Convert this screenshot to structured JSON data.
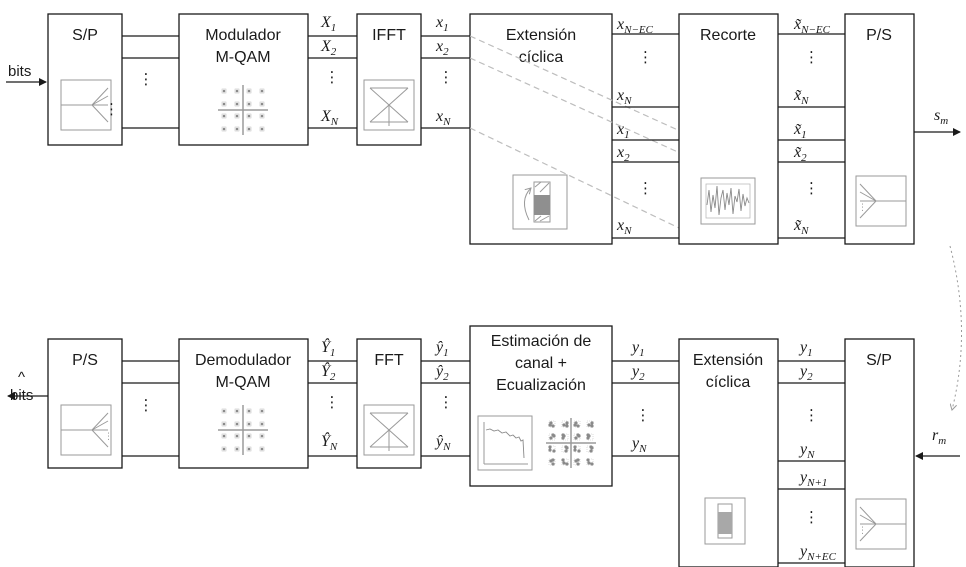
{
  "tx": {
    "sp_title": "S/P",
    "mod_title": [
      "Modulador",
      "M-QAM"
    ],
    "ifft_title": "IFFT",
    "ext_title": [
      "Extensión",
      "cíclica"
    ],
    "clip_title": "Recorte",
    "ps_title": "P/S",
    "input_label": "bits",
    "output_label": "s",
    "output_sub": "m",
    "mod_out": [
      {
        "t": "X",
        "s": "1"
      },
      {
        "t": "X",
        "s": "2"
      },
      {
        "t": "X",
        "s": "N"
      }
    ],
    "ifft_out": [
      {
        "t": "x",
        "s": "1"
      },
      {
        "t": "x",
        "s": "2"
      },
      {
        "t": "x",
        "s": "N"
      }
    ],
    "ext_out": [
      {
        "t": "x",
        "s": "N−EC"
      },
      {
        "t": "x",
        "s": "N"
      },
      {
        "t": "x",
        "s": "1"
      },
      {
        "t": "x",
        "s": "2"
      },
      {
        "t": "x",
        "s": "N"
      }
    ],
    "clip_out": [
      {
        "t": "x̃",
        "s": "N−EC"
      },
      {
        "t": "x̃",
        "s": "N"
      },
      {
        "t": "x̃",
        "s": "1"
      },
      {
        "t": "x̃",
        "s": "2"
      },
      {
        "t": "x̃",
        "s": "N"
      }
    ]
  },
  "rx": {
    "ps_title": "P/S",
    "demod_title": [
      "Demodulador",
      "M-QAM"
    ],
    "fft_title": "FFT",
    "eq_title": [
      "Estimación de",
      "canal +",
      "Ecualización"
    ],
    "ext_title": [
      "Extensión",
      "cíclica"
    ],
    "sp_title": "S/P",
    "output_label": "bits",
    "output_hat": "^",
    "input_label": "r",
    "input_sub": "m",
    "demod_in": [
      {
        "t": "Ŷ",
        "s": "1"
      },
      {
        "t": "Ŷ",
        "s": "2"
      },
      {
        "t": "Ŷ",
        "s": "N"
      }
    ],
    "fft_out": [
      {
        "t": "ŷ",
        "s": "1"
      },
      {
        "t": "ŷ",
        "s": "2"
      },
      {
        "t": "ŷ",
        "s": "N"
      }
    ],
    "eq_in": [
      {
        "t": "y",
        "s": "1"
      },
      {
        "t": "y",
        "s": "2"
      },
      {
        "t": "y",
        "s": "N"
      }
    ],
    "ext_in": [
      {
        "t": "y",
        "s": "1"
      },
      {
        "t": "y",
        "s": "2"
      },
      {
        "t": "y",
        "s": "N"
      },
      {
        "t": "y",
        "s": "N+1"
      },
      {
        "t": "y",
        "s": "N+EC"
      }
    ]
  },
  "ellipsis": "⋮"
}
